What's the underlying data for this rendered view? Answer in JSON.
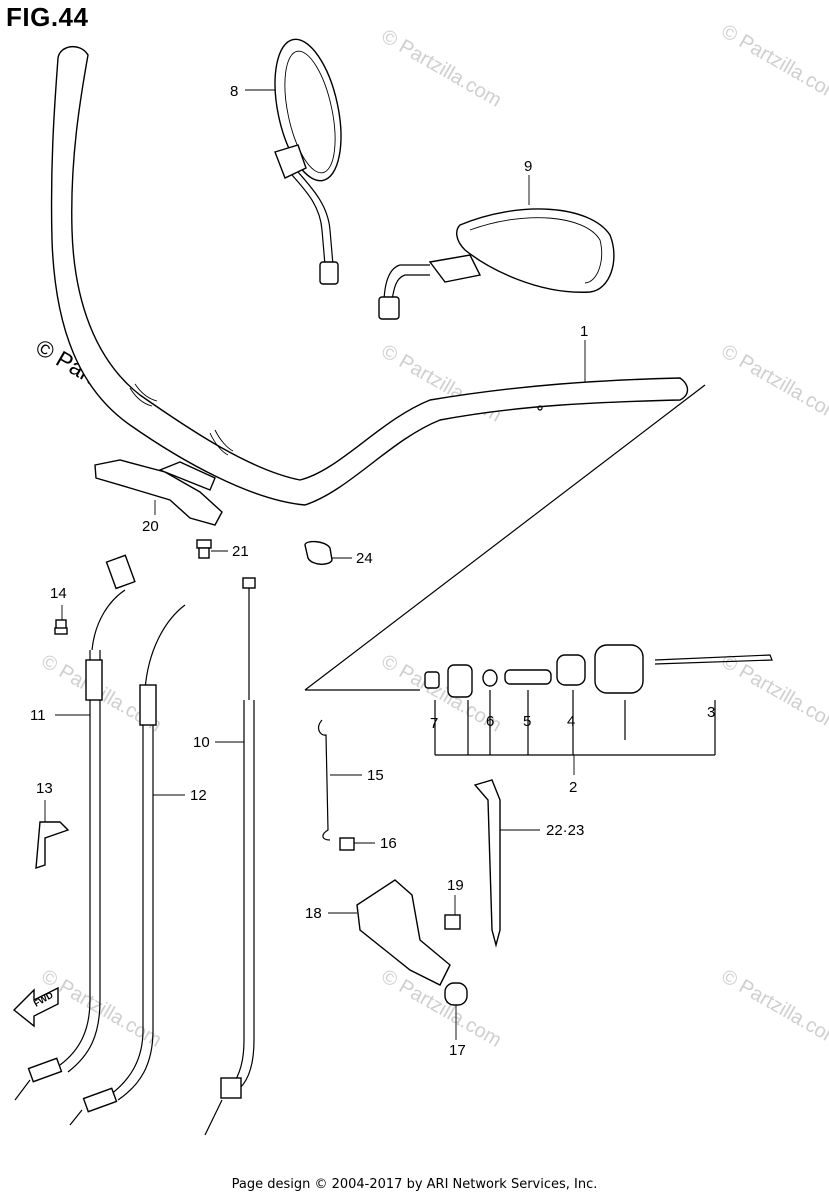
{
  "figure": {
    "title": "FIG.44",
    "footer": "Page design © 2004-2017 by ARI Network Services, Inc.",
    "watermark_text": "© Partzilla.com",
    "direction_label": "FWD"
  },
  "callouts": {
    "c1": "1",
    "c2": "2",
    "c3": "3",
    "c4": "4",
    "c5": "5",
    "c6": "6",
    "c7": "7",
    "c8": "8",
    "c9": "9",
    "c10": "10",
    "c11": "11",
    "c12": "12",
    "c13": "13",
    "c14": "14",
    "c15": "15",
    "c16": "16",
    "c17": "17",
    "c18": "18",
    "c19": "19",
    "c20": "20",
    "c21": "21",
    "c22": "22·23",
    "c24": "24"
  },
  "colors": {
    "line": "#000000",
    "watermark": "#cfcfcf",
    "background": "#ffffff"
  }
}
